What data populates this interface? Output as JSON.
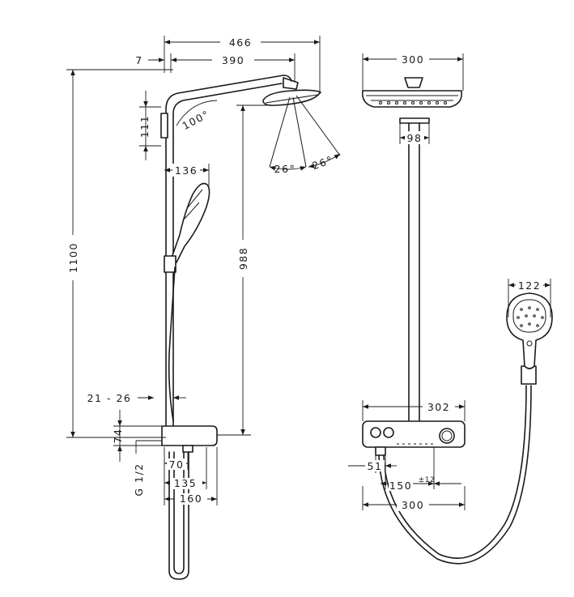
{
  "dimensions": {
    "d466": "466",
    "d7": "7",
    "d390": "390",
    "d111": "111",
    "d100deg": "100°",
    "d26a": "26°",
    "d26b": "26°",
    "d136": "136",
    "d1100": "1100",
    "d988": "988",
    "d21_26": "21 - 26",
    "d74": "74",
    "g12": "G 1/2",
    "d70": "70",
    "d135": "135",
    "d160": "160",
    "d300_top": "300",
    "d98": "98",
    "d122": "122",
    "d302": "302",
    "d51": "51",
    "d150": "150",
    "pm12": "±12",
    "d300_bottom": "300"
  }
}
